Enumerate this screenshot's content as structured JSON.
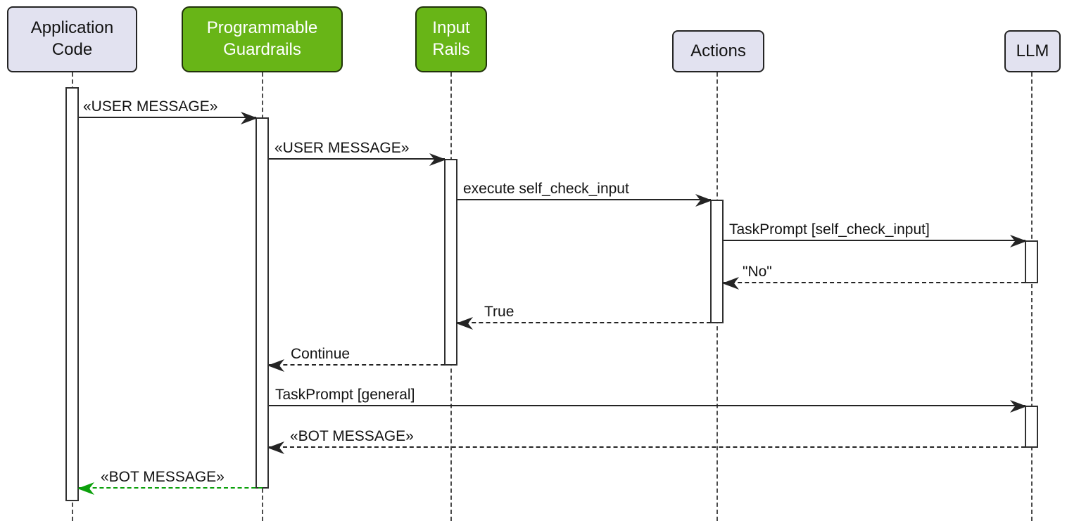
{
  "diagram": {
    "type": "uml-sequence",
    "colors": {
      "participant_fill": "#e2e2f0",
      "participant_border": "#242424",
      "highlight_fill": "#68b517",
      "highlight_text": "#ffffff",
      "arrow": "#242424",
      "return_arrow_green": "#0ba00b",
      "background": "#ffffff"
    },
    "participants": [
      {
        "id": "application-code",
        "label": "Application\nCode",
        "highlighted": false
      },
      {
        "id": "programmable-guardrails",
        "label": "Programmable\nGuardrails",
        "highlighted": true
      },
      {
        "id": "input-rails",
        "label": "Input\nRails",
        "highlighted": true
      },
      {
        "id": "actions",
        "label": "Actions",
        "highlighted": false
      },
      {
        "id": "llm",
        "label": "LLM",
        "highlighted": false
      }
    ],
    "messages": [
      {
        "from": "application-code",
        "to": "programmable-guardrails",
        "label": "«USER MESSAGE»",
        "style": "solid",
        "color": "black"
      },
      {
        "from": "programmable-guardrails",
        "to": "input-rails",
        "label": "«USER MESSAGE»",
        "style": "solid",
        "color": "black"
      },
      {
        "from": "input-rails",
        "to": "actions",
        "label": "execute self_check_input",
        "style": "solid",
        "color": "black"
      },
      {
        "from": "actions",
        "to": "llm",
        "label": "TaskPrompt [self_check_input]",
        "style": "solid",
        "color": "black"
      },
      {
        "from": "llm",
        "to": "actions",
        "label": "\"No\"",
        "style": "dashed",
        "color": "black"
      },
      {
        "from": "actions",
        "to": "input-rails",
        "label": "True",
        "style": "dashed",
        "color": "black"
      },
      {
        "from": "input-rails",
        "to": "programmable-guardrails",
        "label": "Continue",
        "style": "dashed",
        "color": "black"
      },
      {
        "from": "programmable-guardrails",
        "to": "llm",
        "label": "TaskPrompt [general]",
        "style": "solid",
        "color": "black"
      },
      {
        "from": "llm",
        "to": "programmable-guardrails",
        "label": "«BOT MESSAGE»",
        "style": "dashed",
        "color": "black"
      },
      {
        "from": "programmable-guardrails",
        "to": "application-code",
        "label": "«BOT MESSAGE»",
        "style": "dashed",
        "color": "green"
      }
    ]
  }
}
